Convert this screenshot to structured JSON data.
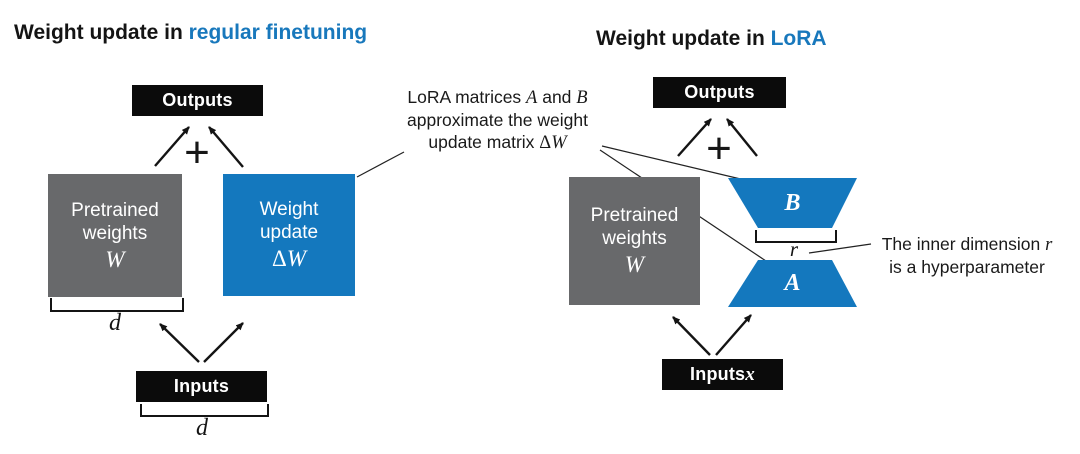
{
  "colors": {
    "accent_blue": "#1878bc",
    "box_blue": "#1478be",
    "box_gray": "#68696b",
    "box_black": "#0b0b0b",
    "line_black": "#141414"
  },
  "left_panel": {
    "title_prefix": "Weight update in ",
    "title_accent": "regular finetuning",
    "outputs_label": "Outputs",
    "plus_sign": "+",
    "pretrained_box": {
      "line1": "Pretrained",
      "line2": "weights",
      "symbol": "W"
    },
    "weight_update_box": {
      "line1": "Weight",
      "line2": "update",
      "symbol_delta": "Δ",
      "symbol": "W"
    },
    "dim_label_weights": "d",
    "inputs_label": "Inputs",
    "dim_label_inputs": "d"
  },
  "right_panel": {
    "title_prefix": "Weight update in ",
    "title_accent": "LoRA",
    "outputs_label": "Outputs",
    "plus_sign": "+",
    "pretrained_box": {
      "line1": "Pretrained",
      "line2": "weights",
      "symbol": "W"
    },
    "matrix_b_label": "B",
    "matrix_a_label": "A",
    "rank_label": "r",
    "inputs_label": "Inputs ",
    "inputs_symbol": "x"
  },
  "annotations": {
    "lora_note": {
      "l1a": "LoRA matrices ",
      "l1b": "A",
      "l1c": " and ",
      "l1d": "B",
      "l2": "approximate the weight",
      "l3a": "update matrix ",
      "l3b": "Δ",
      "l3c": "W"
    },
    "rank_note": {
      "l1a": "The inner dimension ",
      "l1b": "r",
      "l2": "is a hyperparameter"
    }
  }
}
